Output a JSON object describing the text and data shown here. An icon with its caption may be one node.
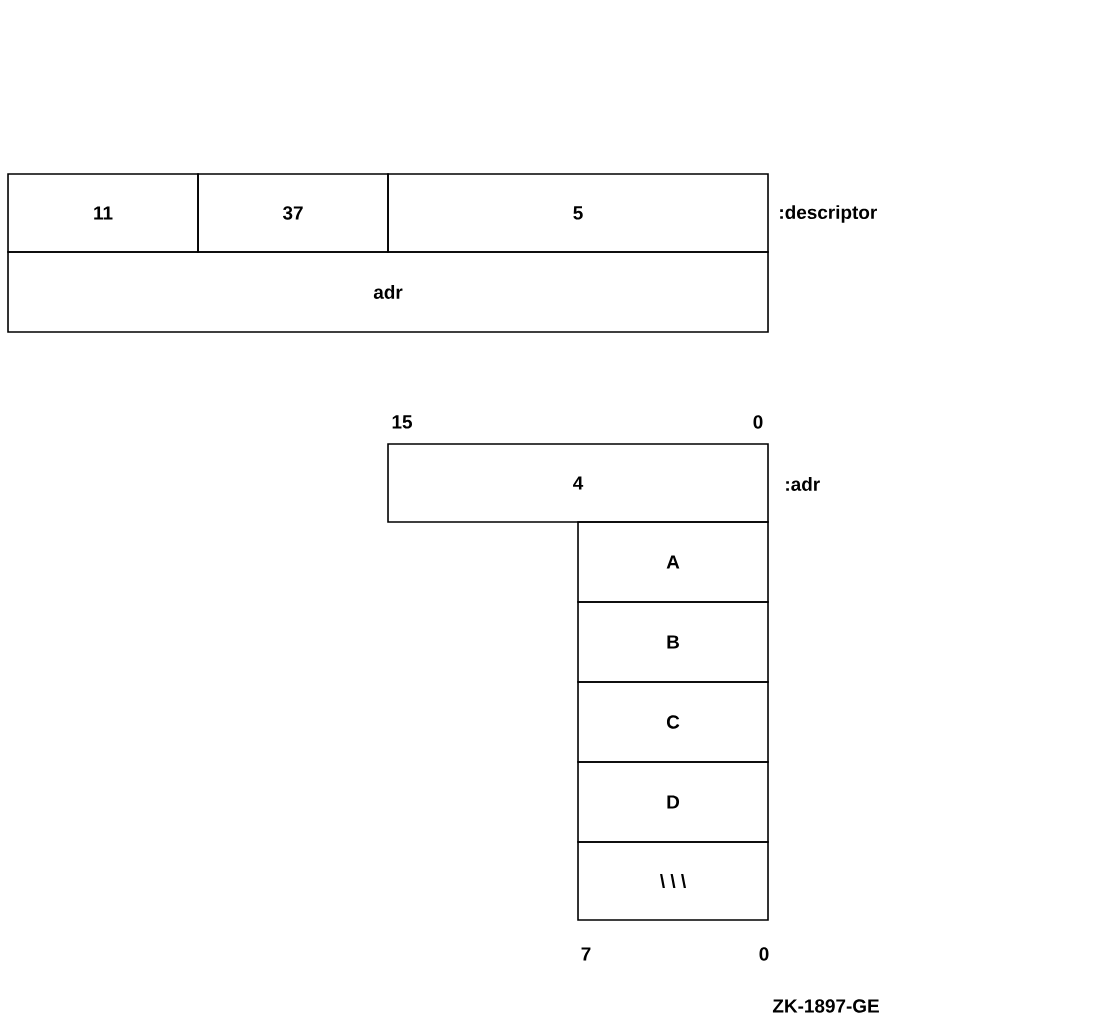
{
  "diagram": {
    "nodes": [
      {
        "text": [
          "11"
        ]
      },
      {
        "text": [
          "37"
        ]
      },
      {
        "text": [
          "5"
        ]
      },
      {
        "text": [
          "adr"
        ]
      },
      {
        "text": [
          "4"
        ]
      },
      {
        "text": [
          "A"
        ]
      },
      {
        "text": [
          "B"
        ]
      },
      {
        "text": [
          "C"
        ]
      },
      {
        "text": [
          "D"
        ]
      },
      {
        "text": [
          "\\ \\ \\"
        ]
      }
    ],
    "labels": [
      ":descriptor",
      "15",
      "0",
      ":adr",
      "7",
      "0",
      "ZK-1897-GE"
    ]
  }
}
